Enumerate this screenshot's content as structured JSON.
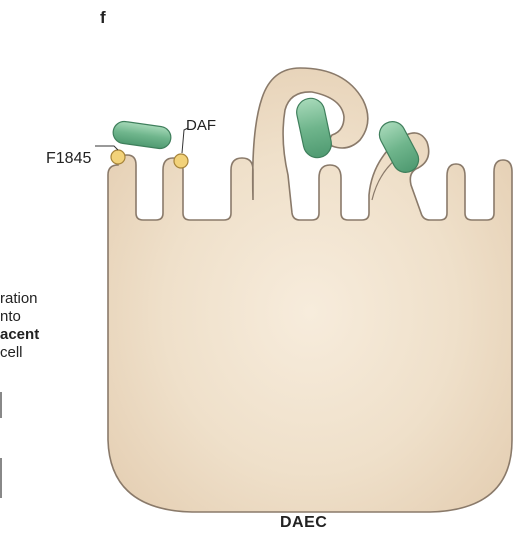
{
  "panel_letter": "f",
  "labels": {
    "adhesin": "F1845",
    "receptor": "DAF",
    "cell_type": "DAEC"
  },
  "side_text_fragments": [
    "ration",
    "nto",
    "acent",
    "cell"
  ],
  "colors": {
    "cell_fill": "#ecdcc6",
    "cell_outline": "#8a7a6a",
    "bacterium_fill": "#7fbf9a",
    "receptor_fill": "#f2d27a"
  }
}
